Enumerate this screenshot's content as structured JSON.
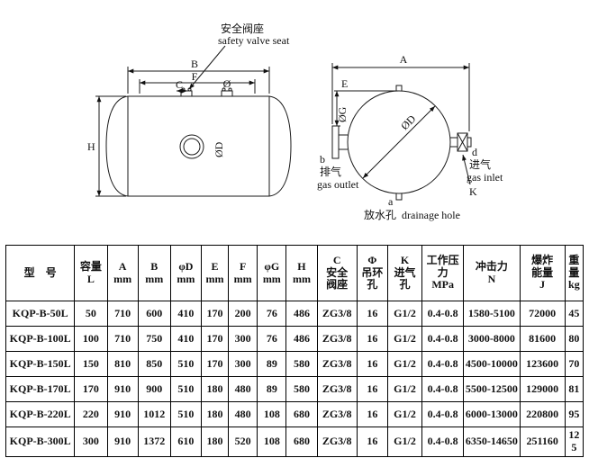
{
  "diagrams": {
    "side_view": {
      "callout_cn": "安全阀座",
      "callout_en": "safety valve seat",
      "dim_b": "B",
      "dim_f": "F",
      "dim_c": "C",
      "dim_h": "H",
      "dim_o": "Ø",
      "dim_od": "ØD"
    },
    "end_view": {
      "dim_a_top": "A",
      "dim_e": "E",
      "dim_og": "ØG",
      "dim_od": "ØD",
      "outlet_letter": "b",
      "outlet_cn": "排气",
      "outlet_en": "gas outlet",
      "inlet_letter": "d",
      "inlet_cn": "进气",
      "inlet_en": "gas inlet",
      "k_label": "K",
      "a_label": "a",
      "drain_cn": "放水孔",
      "drain_en": "drainage hole"
    }
  },
  "table": {
    "headers": [
      {
        "lines": [
          "型　号"
        ]
      },
      {
        "lines": [
          "容量",
          "L"
        ]
      },
      {
        "lines": [
          "A",
          "mm"
        ]
      },
      {
        "lines": [
          "B",
          "mm"
        ]
      },
      {
        "lines": [
          "φD",
          "mm"
        ]
      },
      {
        "lines": [
          "E",
          "mm"
        ]
      },
      {
        "lines": [
          "F",
          "mm"
        ]
      },
      {
        "lines": [
          "φG",
          "mm"
        ]
      },
      {
        "lines": [
          "H",
          "mm"
        ]
      },
      {
        "lines": [
          "C",
          "安全",
          "阀座"
        ]
      },
      {
        "lines": [
          "Φ",
          "吊环",
          "孔"
        ]
      },
      {
        "lines": [
          "K",
          "进气",
          "孔"
        ]
      },
      {
        "lines": [
          "工作压",
          "力",
          "MPa"
        ]
      },
      {
        "lines": [
          "冲击力",
          "N"
        ]
      },
      {
        "lines": [
          "爆炸",
          "能量",
          "J"
        ]
      },
      {
        "lines": [
          "重",
          "量",
          "kg"
        ]
      }
    ],
    "rows": [
      [
        "KQP-B-50L",
        "50",
        "710",
        "600",
        "410",
        "170",
        "200",
        "76",
        "486",
        "ZG3/8",
        "16",
        "G1/2",
        "0.4-0.8",
        "1580-5100",
        "72000",
        "45"
      ],
      [
        "KQP-B-100L",
        "100",
        "710",
        "750",
        "410",
        "170",
        "300",
        "76",
        "486",
        "ZG3/8",
        "16",
        "G1/2",
        "0.4-0.8",
        "3000-8000",
        "81600",
        "80"
      ],
      [
        "KQP-B-150L",
        "150",
        "810",
        "850",
        "510",
        "170",
        "300",
        "89",
        "580",
        "ZG3/8",
        "16",
        "G1/2",
        "0.4-0.8",
        "4500-10000",
        "123600",
        "70"
      ],
      [
        "KQP-B-170L",
        "170",
        "910",
        "900",
        "510",
        "180",
        "480",
        "89",
        "580",
        "ZG3/8",
        "16",
        "G1/2",
        "0.4-0.8",
        "5500-12500",
        "129000",
        "81"
      ],
      [
        "KQP-B-220L",
        "220",
        "910",
        "1012",
        "510",
        "180",
        "480",
        "108",
        "680",
        "ZG3/8",
        "16",
        "G1/2",
        "0.4-0.8",
        "6000-13000",
        "220800",
        "95"
      ],
      [
        "KQP-B-300L",
        "300",
        "910",
        "1372",
        "610",
        "180",
        "520",
        "108",
        "680",
        "ZG3/8",
        "16",
        "G1/2",
        "0.4-0.8",
        "6350-14650",
        "251160",
        "125"
      ]
    ]
  }
}
